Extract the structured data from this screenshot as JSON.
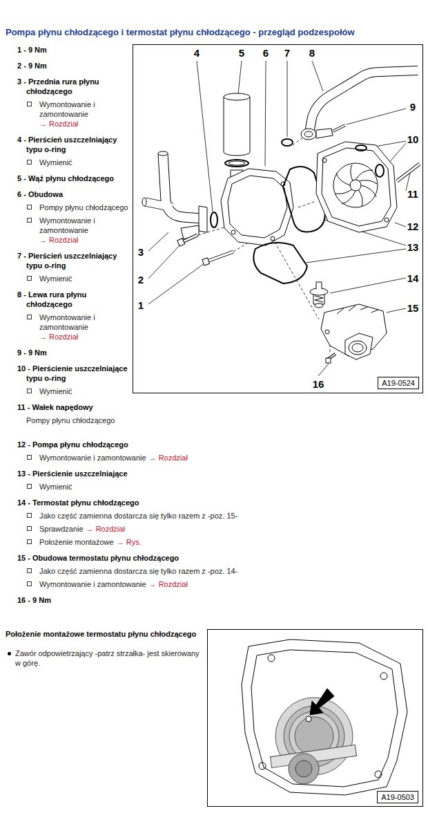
{
  "diagram": {
    "title": "Pompa płynu chłodzącego i termostat płynu chłodzącego - przegląd podzespołów",
    "nodes": [
      {
        "text": [
          "A19-0524"
        ]
      },
      {
        "text": [
          "A19-0503"
        ]
      }
    ],
    "labels": [
      "1 - 9 Nm",
      "2 - 9 Nm",
      "3 - Przednia rura płynu chłodzącego",
      "Wymontowanie i zamontowanie",
      "→ Rozdział",
      "4 - Pierścień uszczelniający typu o-ring",
      "Wymienić",
      "5 - Wąż płynu chłodzącego",
      "6 - Obudowa",
      "Pompy płynu chłodzącego",
      "Wymontowanie i zamontowanie",
      "→ Rozdział",
      "7 - Pierścień uszczelniający typu o-ring",
      "Wymienić",
      "8 - Lewa rura płynu chłodzącego",
      "Wymontowanie i zamontowanie",
      "→ Rozdział",
      "9 - 9 Nm",
      "10 - Pierścienie uszczelniające typu o-ring",
      "Wymienić",
      "11 - Wałek napędowy",
      "Pompy płynu chłodzącego",
      "12 - Pompa płynu chłodzącego",
      "Wymontowanie i zamontowanie",
      "→ Rozdział",
      "13 - Pierścienie uszczelniające",
      "Wymienić",
      "14 - Termostat płynu chłodzącego",
      "Jako część zamienna dostarcza się tylko razem z -poz. 15-",
      "Sprawdzanie",
      "→ Rozdział",
      "Położenie montażowe",
      "→ Rys.",
      "15 - Obudowa termostatu płynu chłodzącego",
      "Jako część zamienna dostarcza się tylko razem z -poz. 14-",
      "Wymontowanie i zamontowanie",
      "→ Rozdział",
      "16 - 9 Nm",
      "Położenie montażowe termostatu płynu chłodzącego",
      "Zawór odpowietrzający -patrz strzałka- jest skierowany w górę.",
      "4",
      "5",
      "6",
      "7",
      "8",
      "9",
      "10",
      "11",
      "12",
      "13",
      "14",
      "15",
      "1",
      "2",
      "3",
      "16"
    ]
  }
}
